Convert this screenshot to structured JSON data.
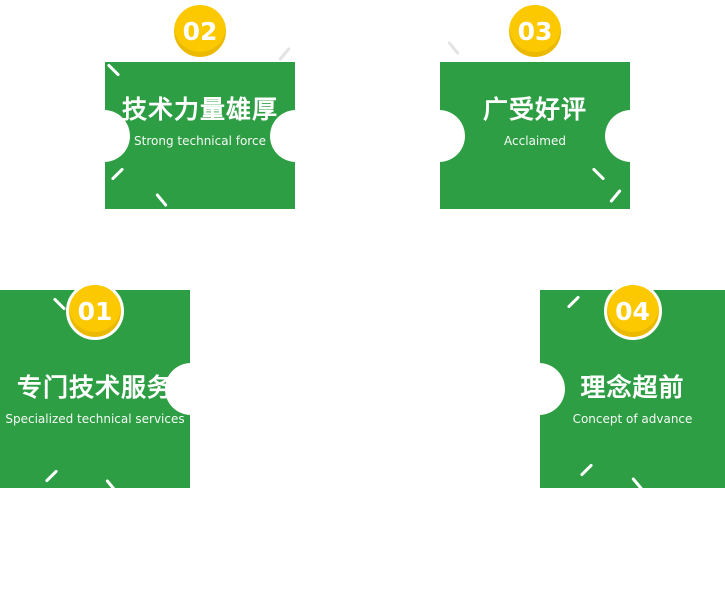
{
  "page": {
    "background": "#ffffff"
  },
  "colors": {
    "card_green": "#2e9e44",
    "badge_yellow": "#fcc800",
    "text_white": "#ffffff"
  },
  "cards": [
    {
      "number": "01",
      "title": "专门技术服务",
      "subtitle": "Specialized technical services"
    },
    {
      "number": "02",
      "title": "技术力量雄厚",
      "subtitle": "Strong technical force"
    },
    {
      "number": "03",
      "title": "广受好评",
      "subtitle": "Acclaimed"
    },
    {
      "number": "04",
      "title": "理念超前",
      "subtitle": "Concept of advance"
    }
  ]
}
